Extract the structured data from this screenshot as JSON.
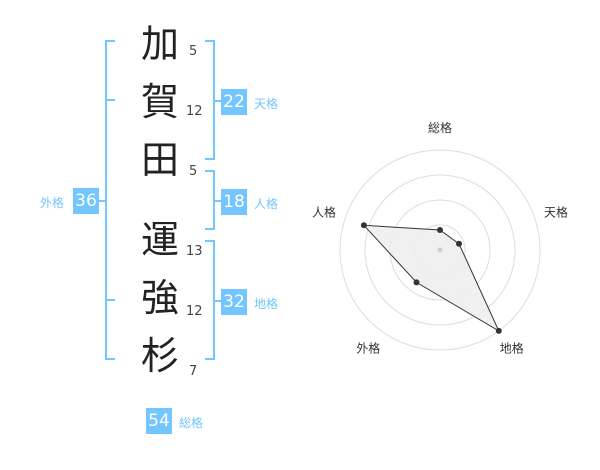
{
  "name": {
    "characters": [
      {
        "char": "加",
        "strokes": "5"
      },
      {
        "char": "賀",
        "strokes": "12"
      },
      {
        "char": "田",
        "strokes": "5"
      },
      {
        "char": "運",
        "strokes": "13"
      },
      {
        "char": "強",
        "strokes": "12"
      },
      {
        "char": "杉",
        "strokes": "7"
      }
    ]
  },
  "fortunes": {
    "tenkaku": {
      "value": "22",
      "label": "天格"
    },
    "jinkaku": {
      "value": "18",
      "label": "人格"
    },
    "chikaku": {
      "value": "32",
      "label": "地格"
    },
    "gaikaku": {
      "value": "36",
      "label": "外格"
    },
    "soukaku": {
      "value": "54",
      "label": "総格"
    }
  },
  "chart_data": {
    "type": "radar",
    "axes": [
      "総格",
      "天格",
      "地格",
      "外格",
      "人格"
    ],
    "values": [
      1,
      1,
      5,
      2,
      4
    ],
    "max": 5,
    "rings": 4,
    "colors": {
      "fill": "#eeeeee",
      "line": "#333333",
      "ring": "#dddddd",
      "point": "#333333"
    }
  }
}
